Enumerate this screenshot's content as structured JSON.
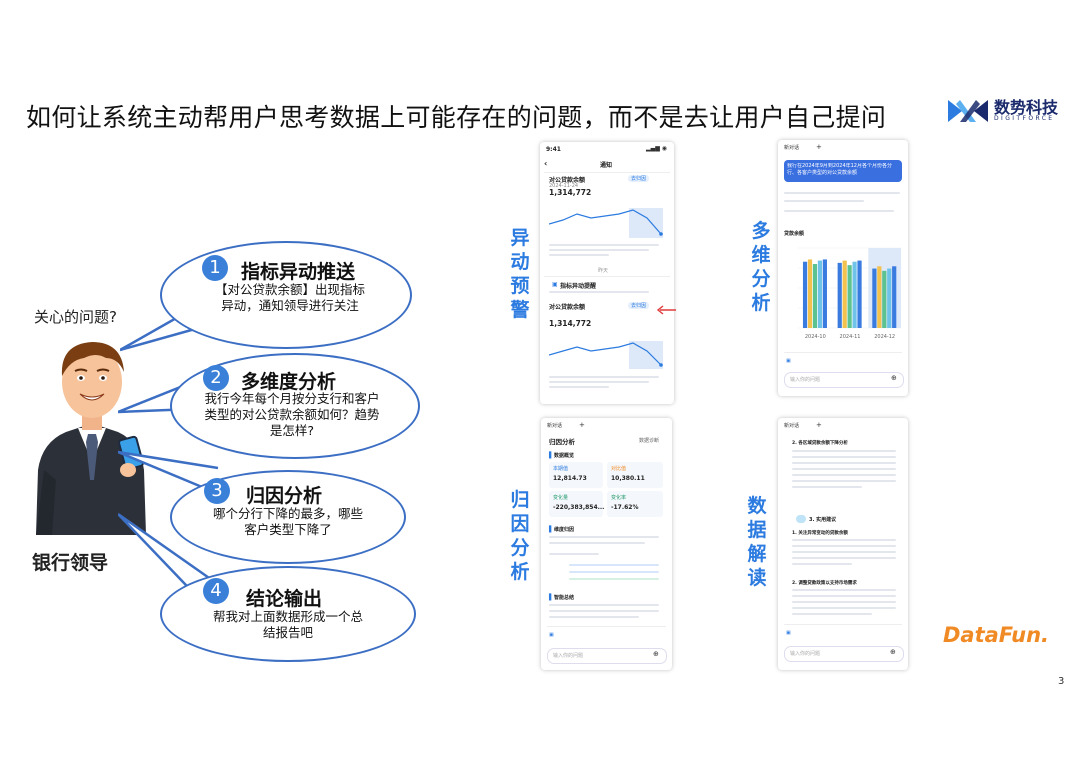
{
  "title": "如何让系统主动帮用户思考数据上可能存在的问题，而不是去让用户自己提问",
  "logo": {
    "cn": "数势科技",
    "en": "DIGITFORCE"
  },
  "left": {
    "care_label": "关心的问题?",
    "role_label": "银行领导"
  },
  "bubbles": [
    {
      "num": "1",
      "title": "指标异动推送",
      "desc": "【对公贷款余额】出现指标异动，通知领导进行关注"
    },
    {
      "num": "2",
      "title": "多维度分析",
      "desc": "我行今年每个月按分支行和客户类型的对公贷款余额如何？趋势是怎样?"
    },
    {
      "num": "3",
      "title": "归因分析",
      "desc": "哪个分行下降的最多，哪些客户类型下降了"
    },
    {
      "num": "4",
      "title": "结论输出",
      "desc": "帮我对上面数据形成一个总结报告吧"
    }
  ],
  "vlabels": {
    "anomaly": "异动预警",
    "multi": "多维分析",
    "attribution": "归因分析",
    "interpret": "数据解读"
  },
  "phone": {
    "time": "9:41",
    "header": "通知",
    "card1_title": "对公贷款余额",
    "card1_tag": "去归因",
    "card1_value": "1,314,772",
    "card1_date": "2024-11-24",
    "divider_text": "昨天",
    "notice_title": "指标异动提醒",
    "card2_title": "对公贷款余额",
    "card2_tag": "去归因",
    "card2_value": "1,314,772"
  },
  "multi": {
    "tab": "新对话",
    "question": "我行在2024年9月到2024年12月各个月份各分行、各客户类型的对公贷款余额",
    "chart_label": "贷款余额",
    "x_labels": [
      "2024-10",
      "2024-11",
      "2024-12"
    ],
    "input_placeholder": "输入你的问题"
  },
  "attr": {
    "tab": "新对话",
    "head": "归因分析",
    "head_right": "数据诊断",
    "section1": "数据概览",
    "m1_label": "本期值",
    "m1_value": "12,814.73",
    "m2_label": "对比值",
    "m2_value": "10,380.11",
    "m3_label": "变化量",
    "m3_value": "-220,383,854...",
    "m4_label": "变化率",
    "m4_value": "-17.62%",
    "section2": "维度归因",
    "section3": "智能总结",
    "input_placeholder": "输入你的问题"
  },
  "interp": {
    "tab": "新对话",
    "p1_title": "2. 各区域贷款余额下降分析",
    "s3_title": "3. 实用建议",
    "s3_item1": "1. 关注异常变动的贷款余额",
    "s3_item2": "2. 调整贷款政策以支持市场需求",
    "input_placeholder": "输入你的问题"
  },
  "footer": {
    "brand": "DataFun.",
    "page": "3"
  },
  "chart_data": {
    "type": "bar",
    "title": "",
    "ylabel": "",
    "categories": [
      "2024-10",
      "2024-11",
      "2024-12"
    ],
    "series": [
      {
        "name": "",
        "values": [
          2.9,
          2.85,
          2.6
        ]
      },
      {
        "name": "",
        "values": [
          3.0,
          2.95,
          2.7
        ]
      },
      {
        "name": "",
        "values": [
          2.8,
          2.75,
          2.5
        ]
      },
      {
        "name": "",
        "values": [
          2.95,
          2.9,
          2.6
        ]
      },
      {
        "name": "",
        "values": [
          3.0,
          2.95,
          2.7
        ]
      }
    ],
    "colors": [
      "#3a7be0",
      "#f2c14e",
      "#5cc28f",
      "#6fc3e8",
      "#3a7be0"
    ],
    "ylim": [
      0,
      3.5
    ]
  },
  "colors": {
    "accent": "#2b7be0",
    "bubble_border": "#3c6fc4",
    "orange": "#f08a24"
  }
}
